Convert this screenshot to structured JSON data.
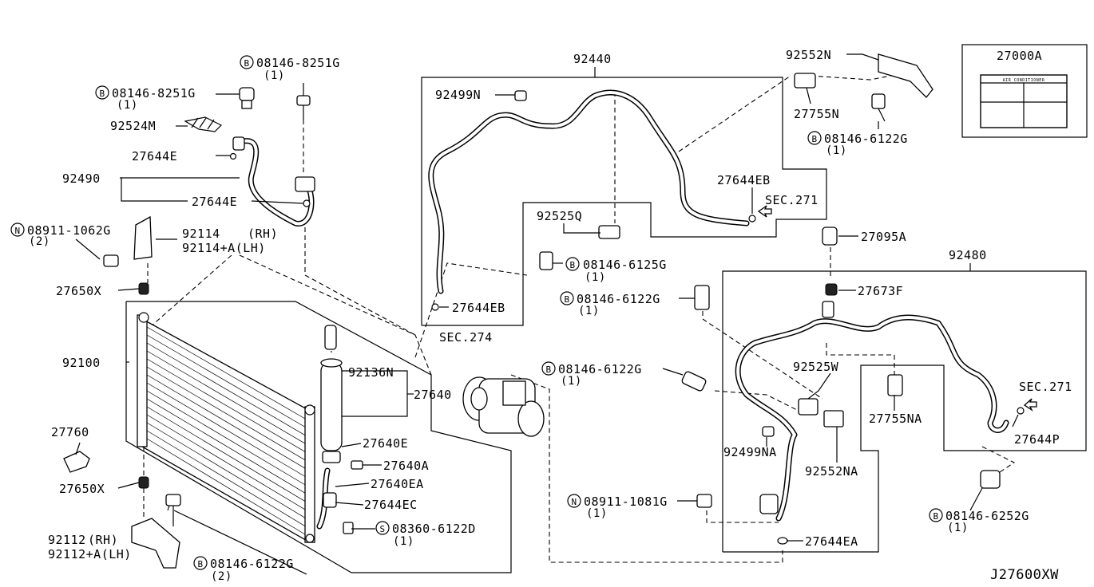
{
  "diagram_id": "J27600XW",
  "labels": {
    "p92440": "92440",
    "p92552N": "92552N",
    "p27000A": "27000A",
    "p92499N": "92499N",
    "p27755N": "27755N",
    "b08146_6122G_top": "08146-6122G",
    "q1_top": "(1)",
    "p27644EB_top": "27644EB",
    "sec271_top": "SEC.271",
    "p92525Q": "92525Q",
    "b08146_6125G": "08146-6125G",
    "q1_6125": "(1)",
    "p27644EB_bottom": "27644EB",
    "b08146_8251G_top": "08146-8251G",
    "q1_8251_top": "(1)",
    "b08146_8251G_left": "08146-8251G",
    "q1_8251_left": "(1)",
    "p92524M": "92524M",
    "p27644E_a": "27644E",
    "p92490": "92490",
    "p27644E_b": "27644E",
    "n08911_1062G": "08911-1062G",
    "q2_1062": "(2)",
    "p92114": "92114",
    "rh1": "(RH)",
    "p92114A": "92114+A(LH)",
    "p27650X_top": "27650X",
    "p92100": "92100",
    "p92136N": "92136N",
    "p27640": "27640",
    "sec274": "SEC.274",
    "p27760": "27760",
    "p27640E": "27640E",
    "p27640A": "27640A",
    "p27640EA": "27640EA",
    "p27644EC": "27644EC",
    "s08360_6122D": "08360-6122D",
    "q1_6122D": "(1)",
    "p27650X_bottom": "27650X",
    "p92112": "92112",
    "rh2": "(RH)",
    "p92112A": "92112+A(LH)",
    "b08146_6122G_bottom": "08146-6122G",
    "q2_6122G": "(2)",
    "p27095A": "27095A",
    "p92480": "92480",
    "b08146_6122G_mid": "08146-6122G",
    "q1_mid": "(1)",
    "p27673F": "27673F",
    "b08146_6122G_center": "08146-6122G",
    "q1_center": "(1)",
    "p92525W": "92525W",
    "sec271_right": "SEC.271",
    "p27755NA": "27755NA",
    "p27644P": "27644P",
    "p92499NA": "92499NA",
    "p92552NA": "92552NA",
    "n08911_1081G": "08911-1081G",
    "q1_1081": "(1)",
    "b08146_6252G": "08146-6252G",
    "q1_6252": "(1)",
    "p27644EA": "27644EA",
    "card_title": "AIR CONDITIONER"
  },
  "symbols": {
    "bolt": "B",
    "nut": "N",
    "screw": "S"
  }
}
